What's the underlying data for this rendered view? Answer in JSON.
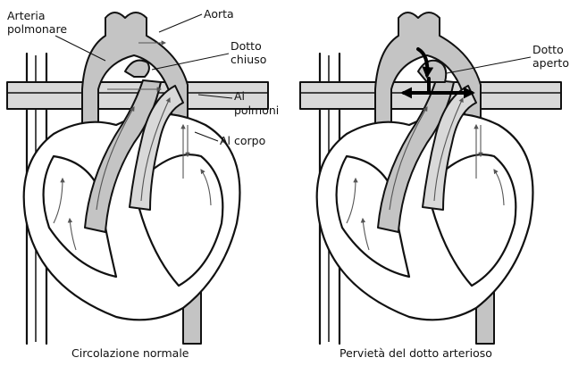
{
  "left_panel": {
    "labels": {
      "pulmonary_artery": [
        "Arteria",
        "polmonare"
      ],
      "aorta": "Aorta",
      "closed_duct": [
        "Dotto",
        "chiuso"
      ],
      "to_lungs": [
        "Ai",
        "polmoni"
      ],
      "to_body": "Al corpo"
    },
    "caption": "Circolazione normale"
  },
  "right_panel": {
    "labels": {
      "open_duct": [
        "Dotto",
        "aperto"
      ]
    },
    "caption": "Pervietà del dotto arterioso"
  }
}
